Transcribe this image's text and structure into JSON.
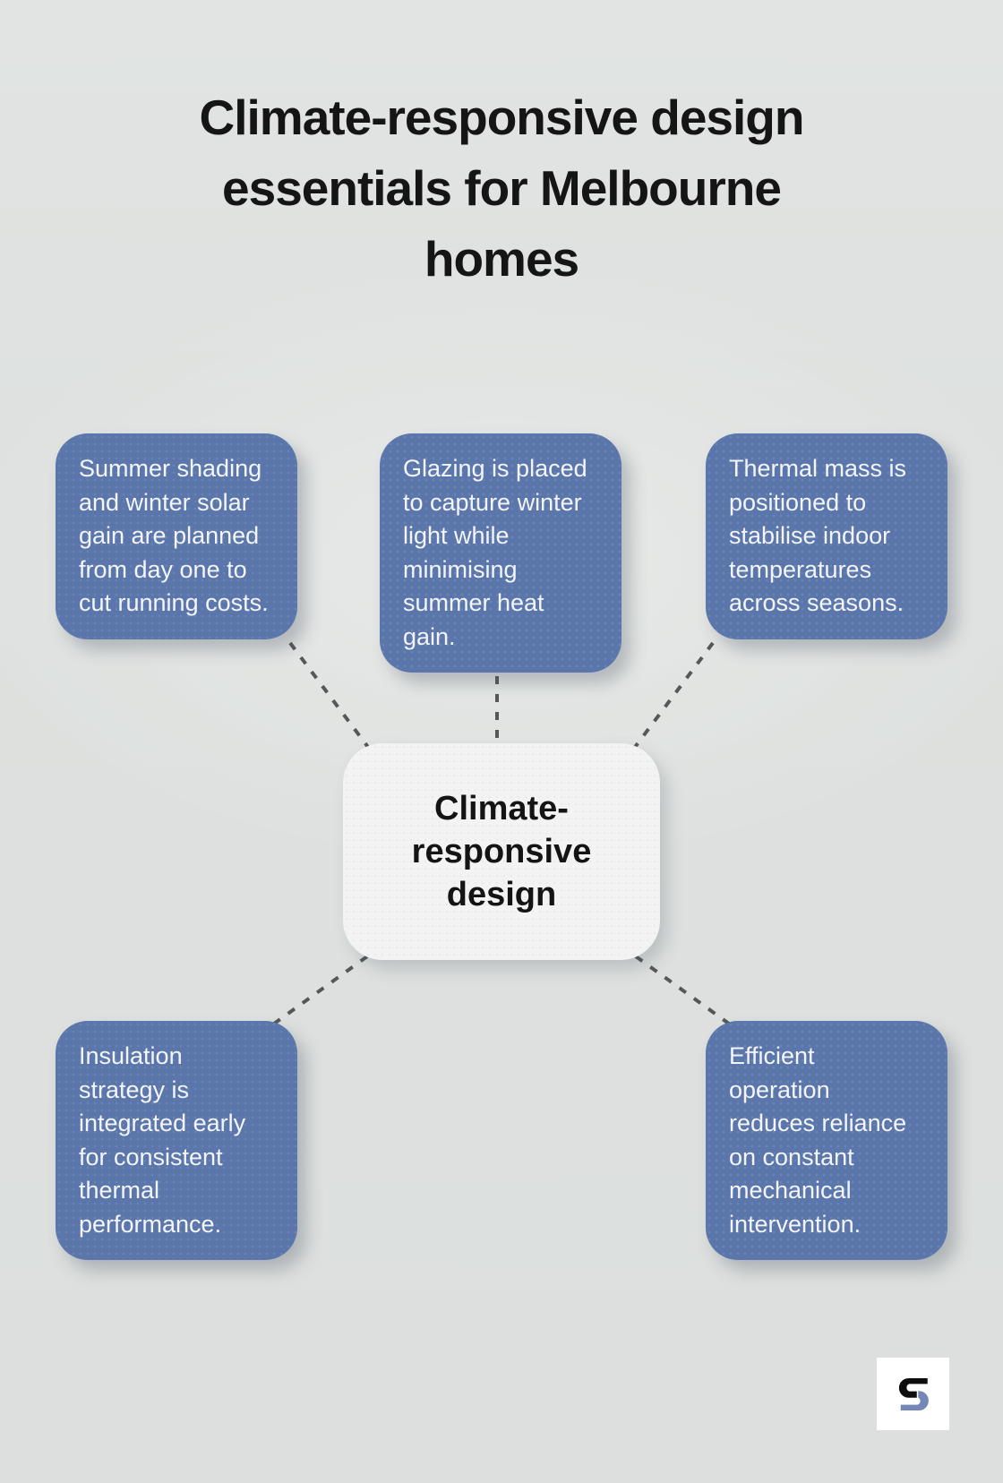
{
  "style": {
    "bg": "#dee1df",
    "title_color": "#151515",
    "node_color": "#5b76ab",
    "node_text_color": "#f3f5f9",
    "center_bg": "#f2f3f2",
    "center_text_color": "#141414",
    "connector_color": "#565758",
    "logo_bg": "#ffffff",
    "logo_black": "#0e0e0e",
    "logo_blue": "#7388b6"
  },
  "title": {
    "text": "Climate-responsive design essentials for Melbourne homes",
    "lines": [
      "Climate-responsive design",
      "essentials for Melbourne",
      "homes"
    ]
  },
  "center_node": {
    "text": "Climate-responsive design",
    "lines": [
      "Climate-",
      "responsive",
      "design"
    ]
  },
  "nodes": [
    {
      "id": "summer-shading",
      "text": "Summer shading and winter solar gain are planned from day one to cut running costs.",
      "lines": [
        "Summer shading",
        "and winter solar",
        "gain are planned",
        "from day one to",
        "cut running costs."
      ]
    },
    {
      "id": "glazing",
      "text": "Glazing is placed to capture winter light while minimising summer heat gain.",
      "lines": [
        "Glazing is placed",
        "to capture winter",
        "light while",
        "minimising",
        "summer heat",
        "gain."
      ]
    },
    {
      "id": "thermal-mass",
      "text": "Thermal mass is positioned to stabilise indoor temperatures across seasons.",
      "lines": [
        "Thermal mass is",
        "positioned to",
        "stabilise indoor",
        "temperatures",
        "across seasons."
      ]
    },
    {
      "id": "insulation",
      "text": "Insulation strategy is integrated early for consistent thermal performance.",
      "lines": [
        "Insulation",
        "strategy is",
        "integrated early",
        "for consistent",
        "thermal",
        "performance."
      ]
    },
    {
      "id": "efficient-operation",
      "text": "Efficient operation reduces reliance on constant mechanical intervention.",
      "lines": [
        "Efficient",
        "operation",
        "reduces reliance",
        "on constant",
        "mechanical",
        "intervention."
      ]
    }
  ],
  "logo": {
    "icon": "s-monogram-logo"
  }
}
